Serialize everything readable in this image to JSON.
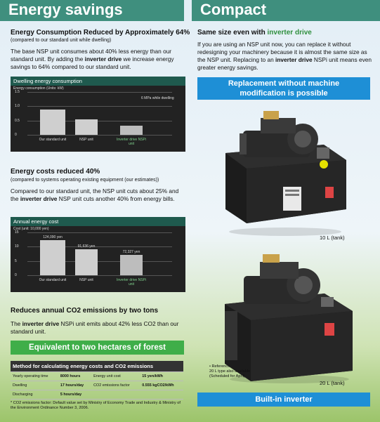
{
  "left": {
    "header": "Energy savings",
    "s1": {
      "title": "Energy Consumption Reduced by Approximately 64%",
      "subtitle": "(compared to our standard unit while dwelling)",
      "p1": "The base NSP unit consumes about 40% less energy than our standard unit. By adding the ",
      "p1_bold": "inverter drive",
      "p1_end": " we increase energy savings to 64% compared to our standard unit."
    },
    "s2": {
      "title": "Energy costs reduced 40%",
      "subtitle": "(compared to systems operating existing equipment (our estimates))",
      "p1": "Compared to our standard unit, the NSP unit cuts about 25% and the ",
      "p1_bold": "inverter drive",
      "p1_mid": " NSP",
      "p1_end": " unit cuts another 40% from energy bills."
    },
    "s3": {
      "title": "Reduces annual CO2 emissions by two tons",
      "p1_pre": "The ",
      "p1_bold": "inverter drive",
      "p1_end": " NSPi unit emits about 42% less CO2 than our standard unit."
    },
    "forest_banner": "Equivalent to two hectares of forest",
    "table": {
      "title": "Method for calculating energy costs and CO2 emissions",
      "rows": [
        [
          "Yearly operating time",
          "8000 hours",
          "Energy unit cost",
          "15 yen/kWh"
        ],
        [
          "Dwelling",
          "17 hours/day",
          "CO2 emissions factor",
          "0.555 kgCO2/kWh"
        ],
        [
          "Discharging",
          "5 hours/day",
          "",
          ""
        ]
      ]
    },
    "footnote": "* CO2 emissions factor: Default value set by Ministry of Economy Trade and Industry & Ministry of the Environment Ordinance Number 3, 2006."
  },
  "right": {
    "header": "Compact",
    "title_pre": "Same size even with ",
    "title_green": "inverter drive",
    "p1": "If you are using an NSP unit now, you can replace it without redesigning your machinery because it is almost the same size as the NSP unit. Replacing to an ",
    "p1_bold": "inverter drive",
    "p1_end": " NSPi unit means even greater energy savings.",
    "banner_top_l1": "Replacement without machine",
    "banner_top_l2": "modification is possible",
    "label_10l": "10 L (tank)",
    "label_20l": "20 L (tank)",
    "ref_l1": "• Reference",
    "ref_l2": "20 L type also available",
    "ref_l3": "(Scheduled for April)",
    "banner_bottom": "Built-in inverter"
  },
  "chart_data": [
    {
      "type": "bar",
      "title": "Dwelling energy consumption",
      "ylabel": "Energy consumption (Units: kW)",
      "annotation": "6 MPa while dwelling",
      "categories": [
        "Our standard unit",
        "NSP unit",
        "Inverter drive NSPi unit"
      ],
      "values": [
        0.88,
        0.53,
        0.32
      ],
      "ylim": [
        0,
        1.5
      ],
      "yticks": [
        "0",
        "0.5",
        "1.0",
        "1.5"
      ]
    },
    {
      "type": "bar",
      "title": "Annual energy cost",
      "ylabel": "Cost (unit: 10,000 yen)",
      "categories": [
        "Our standard unit",
        "NSP unit",
        "Inverter drive NSPi unit"
      ],
      "values": [
        12.4,
        9.1636,
        7.2327
      ],
      "value_labels": [
        "124,090 yen",
        "91,636 yen",
        "72,327 yen"
      ],
      "ylim": [
        0,
        15
      ],
      "yticks": [
        "0",
        "5",
        "10",
        "15"
      ]
    }
  ]
}
